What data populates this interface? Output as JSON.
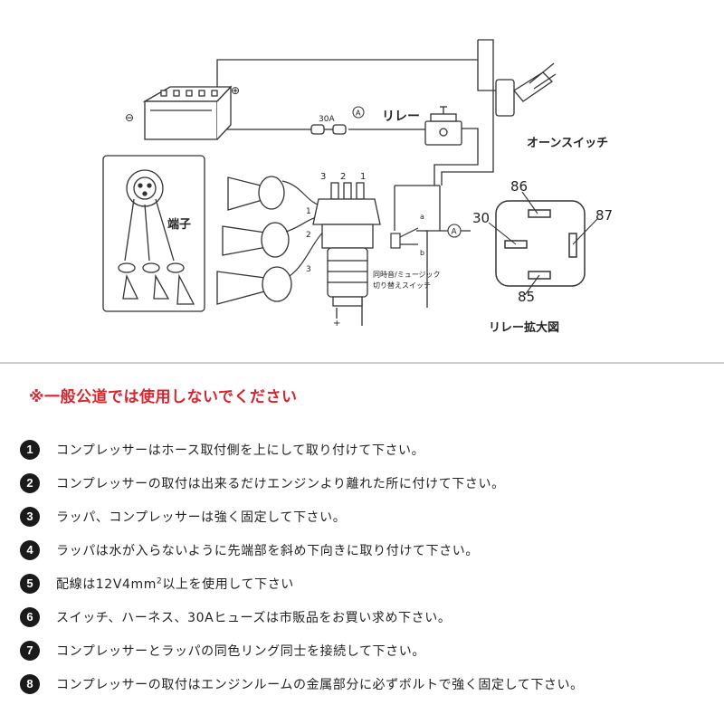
{
  "diagram": {
    "relay_label": "リレー",
    "on_switch_label": "オーンスイッチ",
    "terminal_label": "端子",
    "relay_detail_label": "リレー拡大図",
    "fuse_label": "30A",
    "ammeter_symbol": "A",
    "battery_plus": "⊕",
    "battery_minus": "⊖",
    "comp_terminals": [
      "3",
      "2",
      "1"
    ],
    "horn_numbers": [
      "1",
      "2",
      "3"
    ],
    "mode_switch_label_1": "同時音/ミュージック",
    "mode_switch_label_2": "切り替えスイッチ",
    "switch_pos_a": "a",
    "switch_pos_b": "b",
    "relay_pins": {
      "p86": "86",
      "p30": "30",
      "p87": "87",
      "p85": "85"
    }
  },
  "warning": "※一般公道では使用しないでください",
  "notes": [
    {
      "num": "1",
      "text": "コンプレッサーはホース取付側を上にして取り付けて下さい。"
    },
    {
      "num": "2",
      "text": "コンプレッサーの取付は出来るだけエンジンより離れた所に付けて下さい。"
    },
    {
      "num": "3",
      "text": "ラッパ、コンプレッサーは強く固定して下さい。"
    },
    {
      "num": "4",
      "text": "ラッパは水が入らないように先端部を斜め下向きに取り付けて下さい。"
    },
    {
      "num": "5",
      "text_a": "配線は12V4mm",
      "text_sup": "2",
      "text_b": "以上を使用して下さい"
    },
    {
      "num": "6",
      "text": "スイッチ、ハーネス、30Aヒューズは市販品をお買い求め下さい。"
    },
    {
      "num": "7",
      "text": "コンプレッサーとラッパの同色リング同士を接続して下さい。"
    },
    {
      "num": "8",
      "text": "コンプレッサーの取付はエンジンルームの金属部分に必ずボルトで強く固定して下さい。"
    }
  ]
}
